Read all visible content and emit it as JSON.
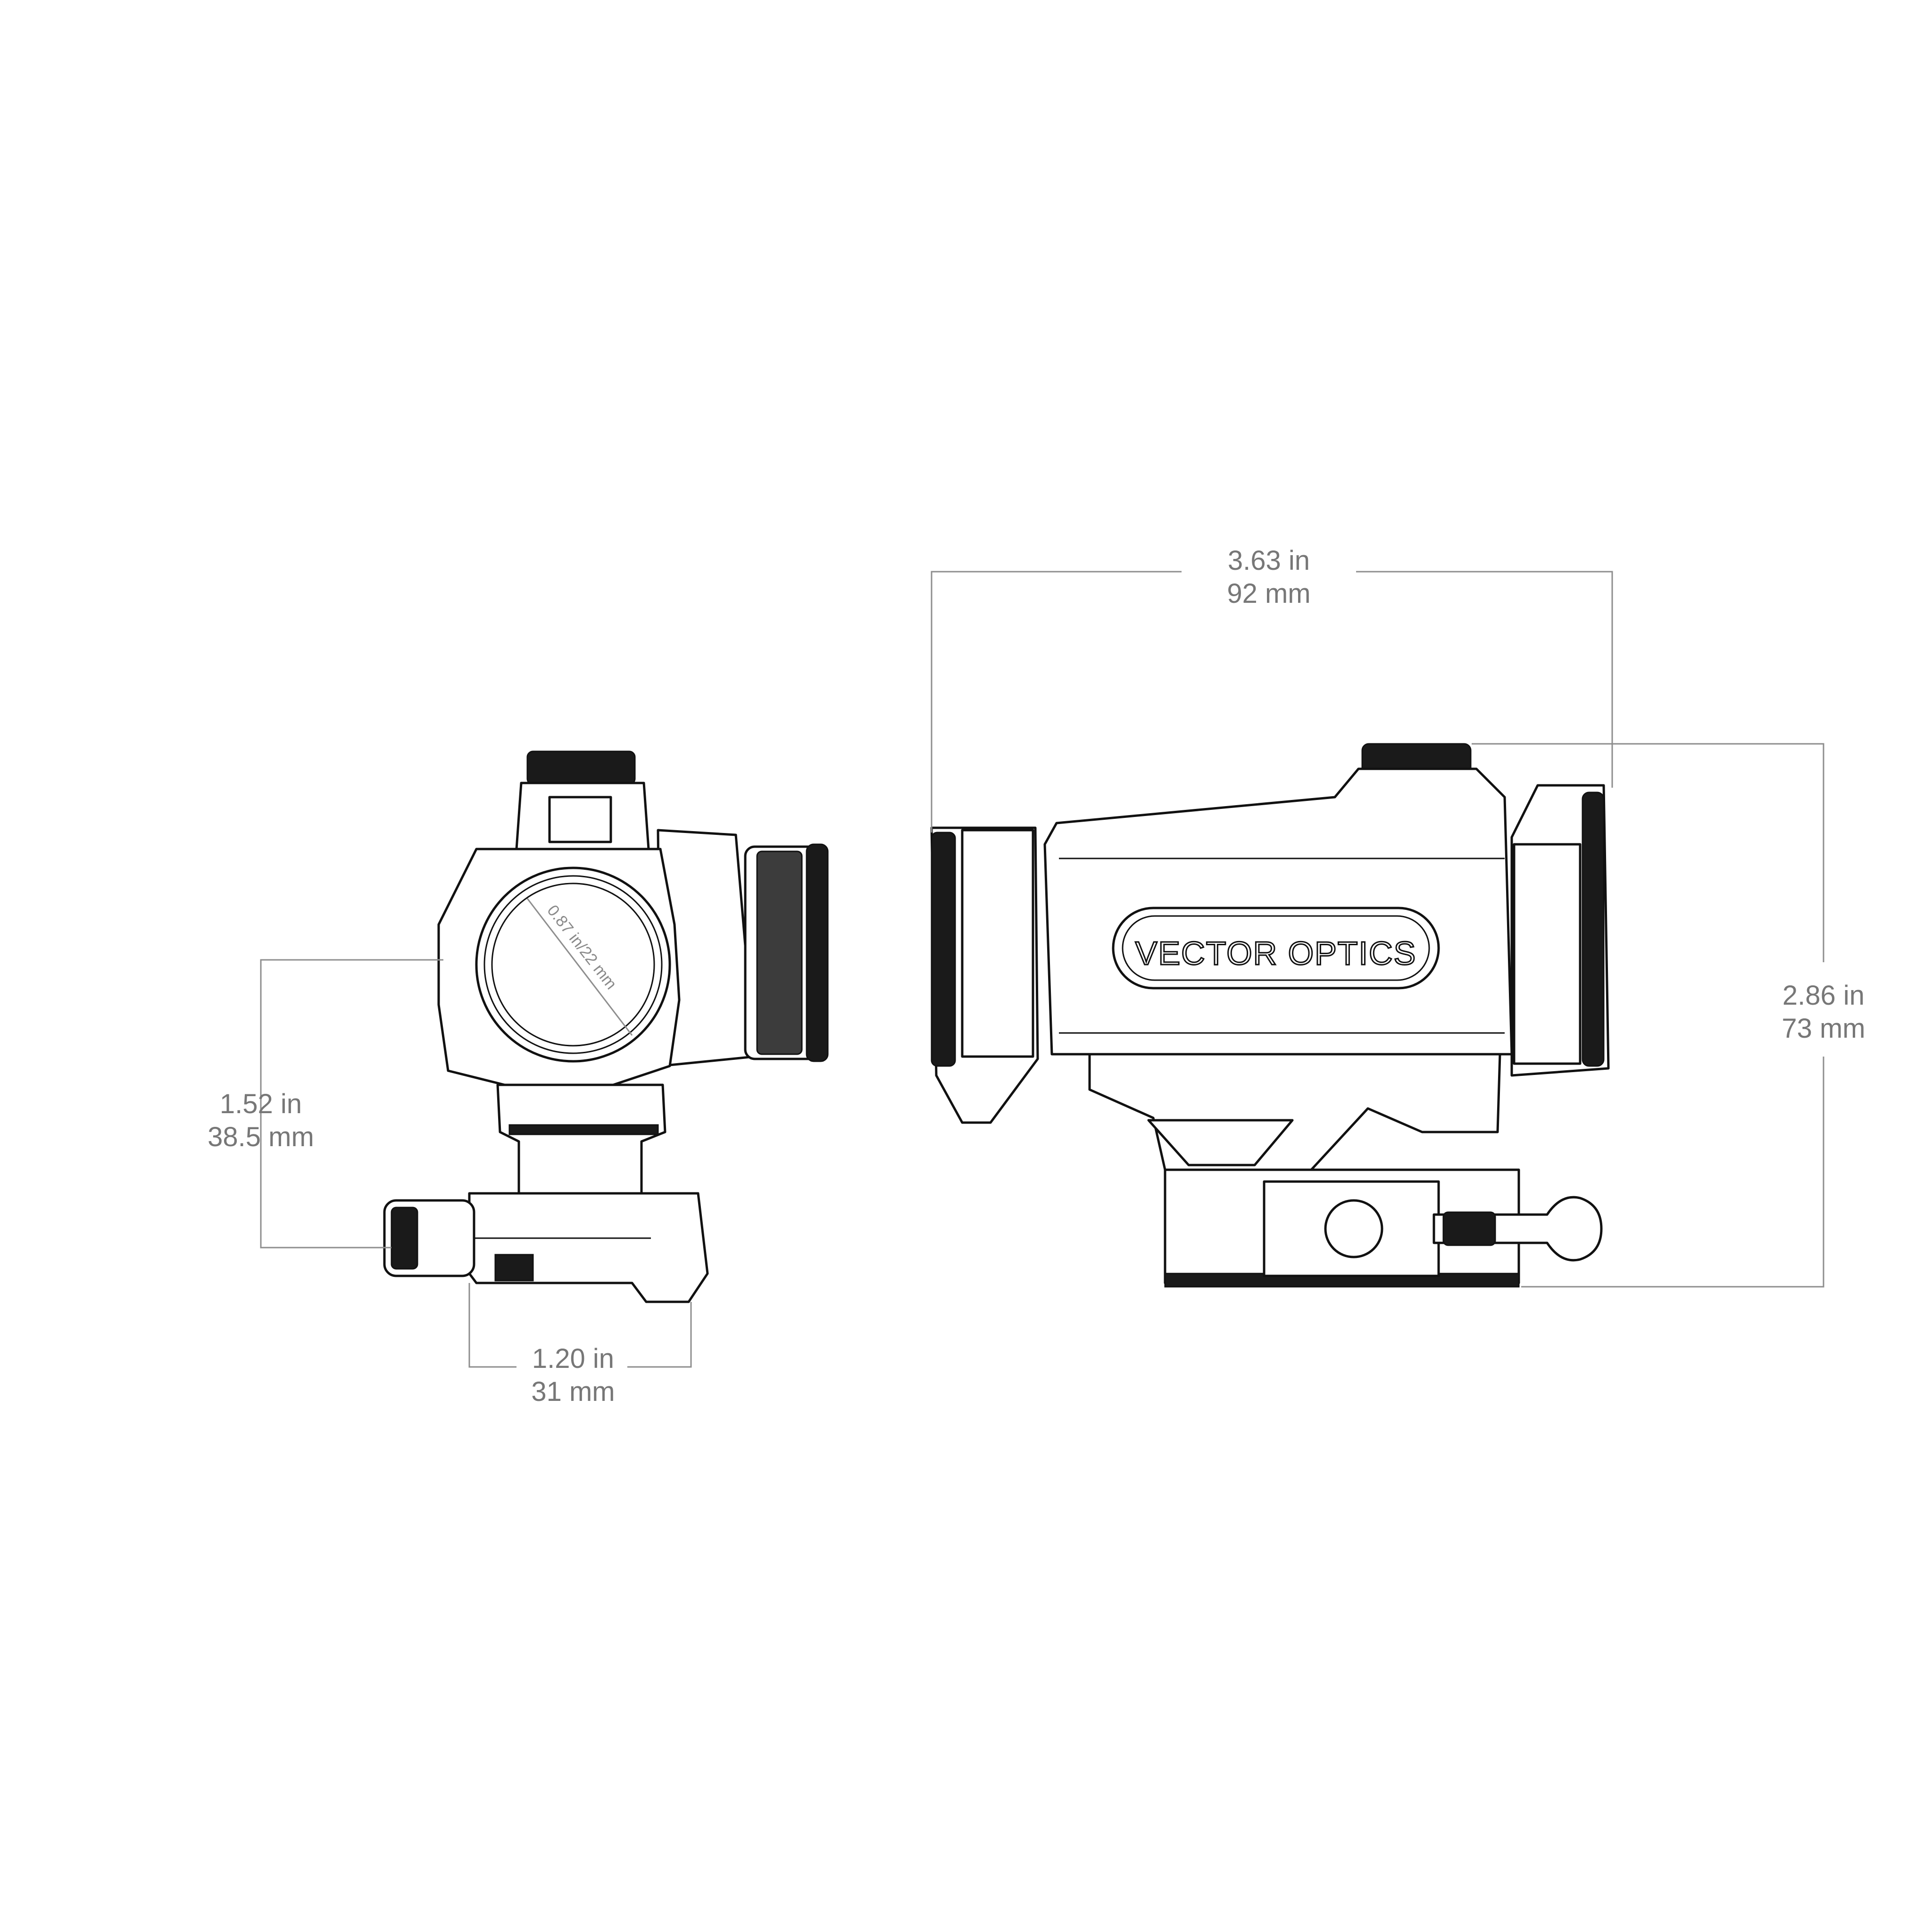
{
  "brand": "VECTOR OPTICS",
  "dimensions": {
    "diameter": {
      "text": "0.87 in/22 mm"
    },
    "mount_height": {
      "inches": "1.52 in",
      "mm": "38.5 mm"
    },
    "mount_width": {
      "inches": "1.20 in",
      "mm": "31 mm"
    },
    "length": {
      "inches": "3.63 in",
      "mm": "92 mm"
    },
    "height": {
      "inches": "2.86 in",
      "mm": "73 mm"
    }
  },
  "colors": {
    "dimension_line": "#8e8e8e",
    "dimension_text": "#777777",
    "ink": "#111111"
  }
}
